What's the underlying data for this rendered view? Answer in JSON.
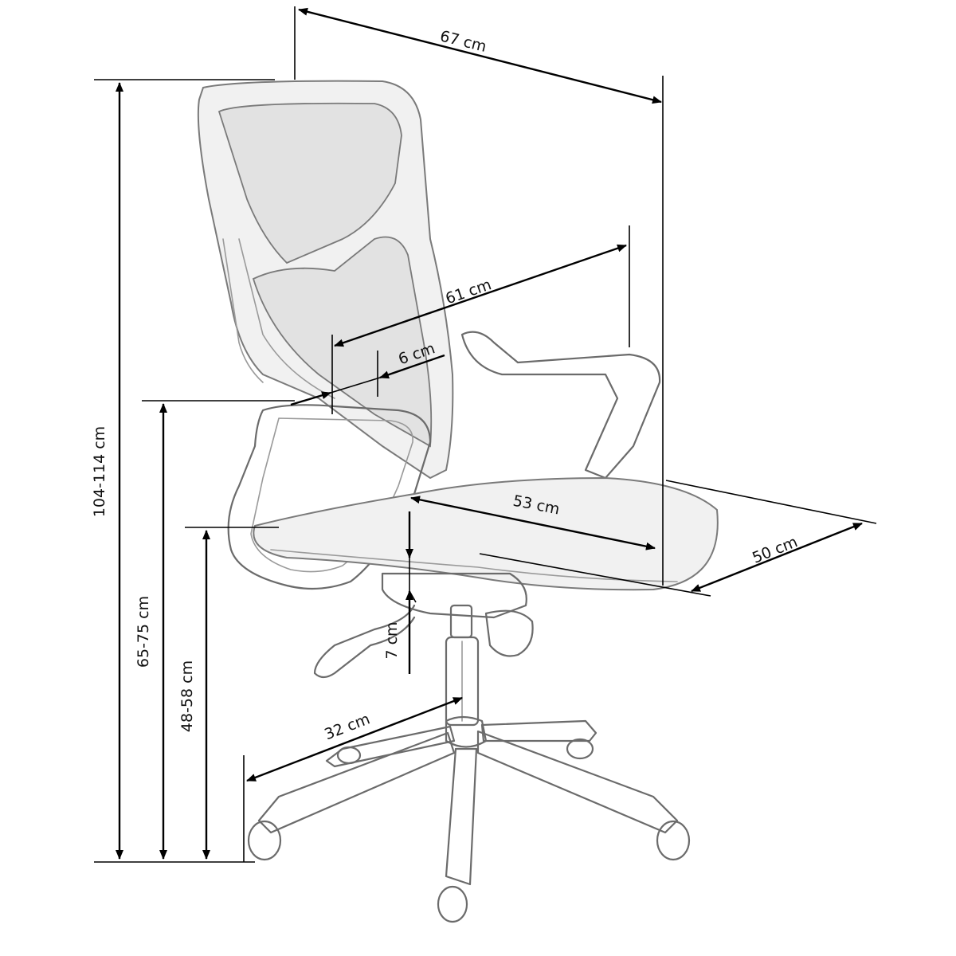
{
  "dimensions": [
    {
      "id": "depth-overall",
      "label": "67 cm"
    },
    {
      "id": "armrest-depth",
      "label": "61 cm"
    },
    {
      "id": "arm-pad-width",
      "label": "6 cm"
    },
    {
      "id": "seat-depth",
      "label": "53 cm"
    },
    {
      "id": "seat-width",
      "label": "50 cm"
    },
    {
      "id": "height-overall",
      "label": "104-114 cm"
    },
    {
      "id": "armrest-height",
      "label": "65-75 cm"
    },
    {
      "id": "seat-height",
      "label": "48-58 cm"
    },
    {
      "id": "height-adjust",
      "label": "7 cm"
    },
    {
      "id": "base-radius",
      "label": "32 cm"
    }
  ]
}
